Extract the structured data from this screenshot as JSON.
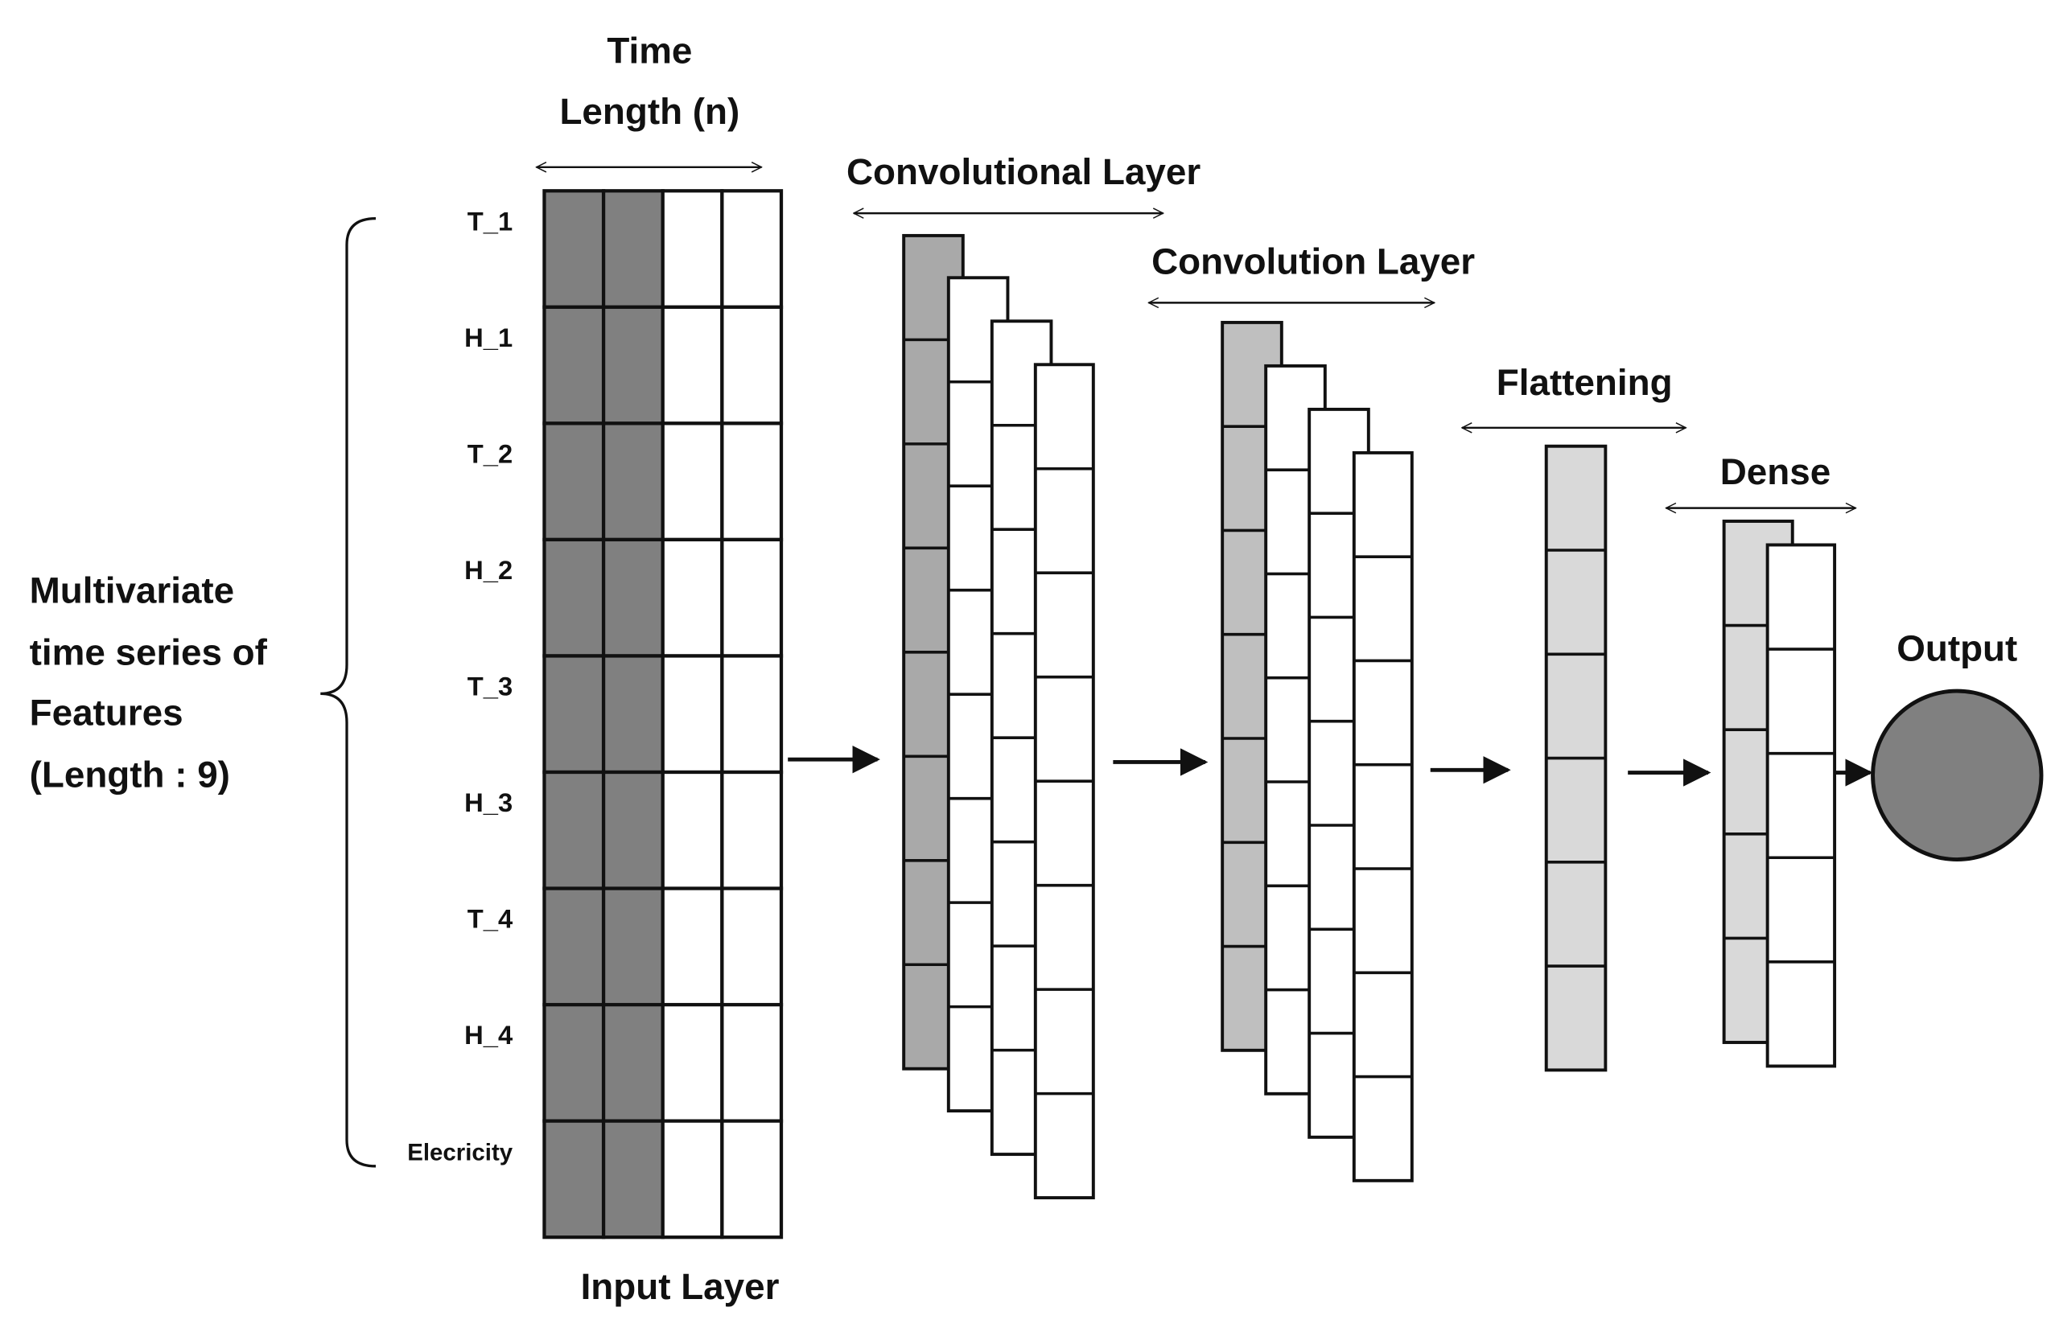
{
  "labels": {
    "time_length_line1": "Time",
    "time_length_line2": "Length (n)",
    "convolutional_layer": "Convolutional Layer",
    "convolution_layer": "Convolution Layer",
    "flattening": "Flattening",
    "dense": "Dense",
    "output": "Output",
    "input_layer": "Input Layer",
    "features_line1": "Multivariate",
    "features_line2": "time series of",
    "features_line3": "Features",
    "features_line4": "(Length : 9)"
  },
  "features": [
    "T_1",
    "H_1",
    "T_2",
    "H_2",
    "T_3",
    "H_3",
    "T_4",
    "H_4",
    "Elecricity"
  ],
  "colors": {
    "input_dark": "#808080",
    "conv_front": "#a9a9a9",
    "conv2_front": "#bfbfbf",
    "flatten": "#d9d9d9",
    "dense_back": "#d9d9d9",
    "output_node": "#808080",
    "stroke": "#111111"
  },
  "icons": {
    "double_arrow": "double-headed-arrow-icon",
    "flow_arrow": "right-arrow-icon",
    "brace": "left-curly-brace-icon"
  }
}
